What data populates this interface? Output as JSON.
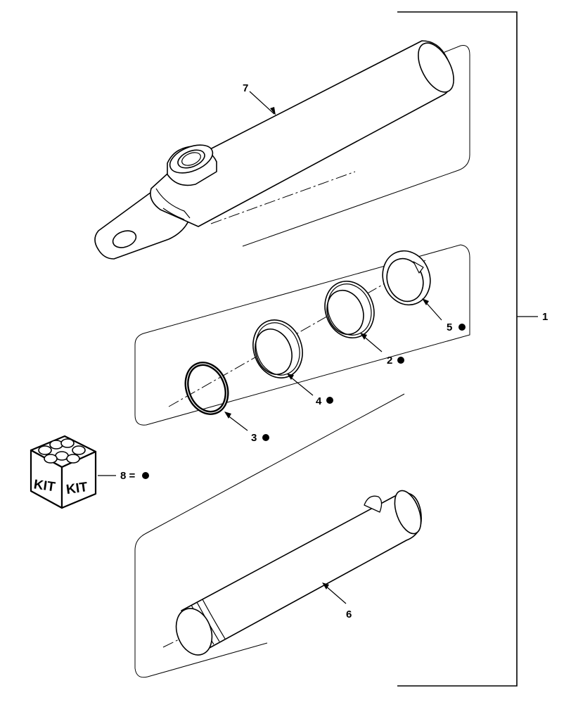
{
  "callouts": {
    "assembly": "1",
    "backup_ring_2": "2",
    "oring_3": "3",
    "backup_ring_4": "4",
    "snap_ring_5": "5",
    "piston_rod_6": "6",
    "barrel_7": "7",
    "kit_8": "8 ="
  },
  "kit": {
    "box_label_left": "KIT",
    "box_label_right": "KIT"
  },
  "legend_marker": "kit-component-dot"
}
